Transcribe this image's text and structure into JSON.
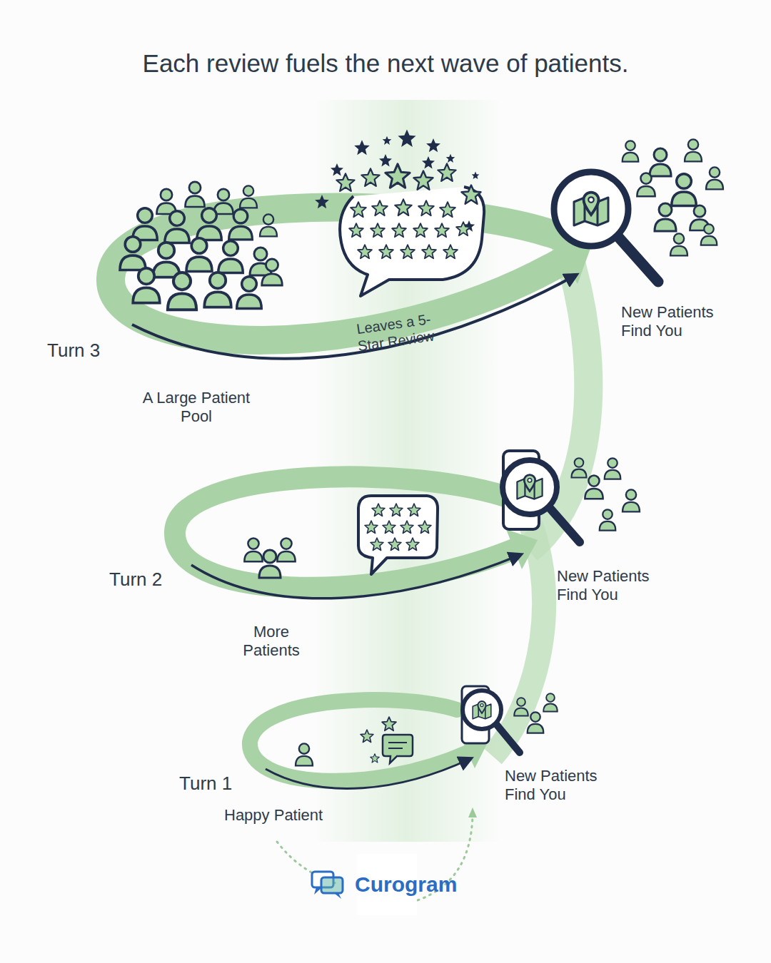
{
  "diagram": {
    "title": "Each review fuels the next wave of patients.",
    "labels": [
      "Leaves a 5-Star Review",
      "New Patients Find You",
      "Turn 3",
      "A Large Patient Pool",
      "Turn 2",
      "New Patients Find You",
      "More Patients",
      "Turn 1",
      "New Patients Find You",
      "Happy Patient",
      "Curogram"
    ]
  }
}
